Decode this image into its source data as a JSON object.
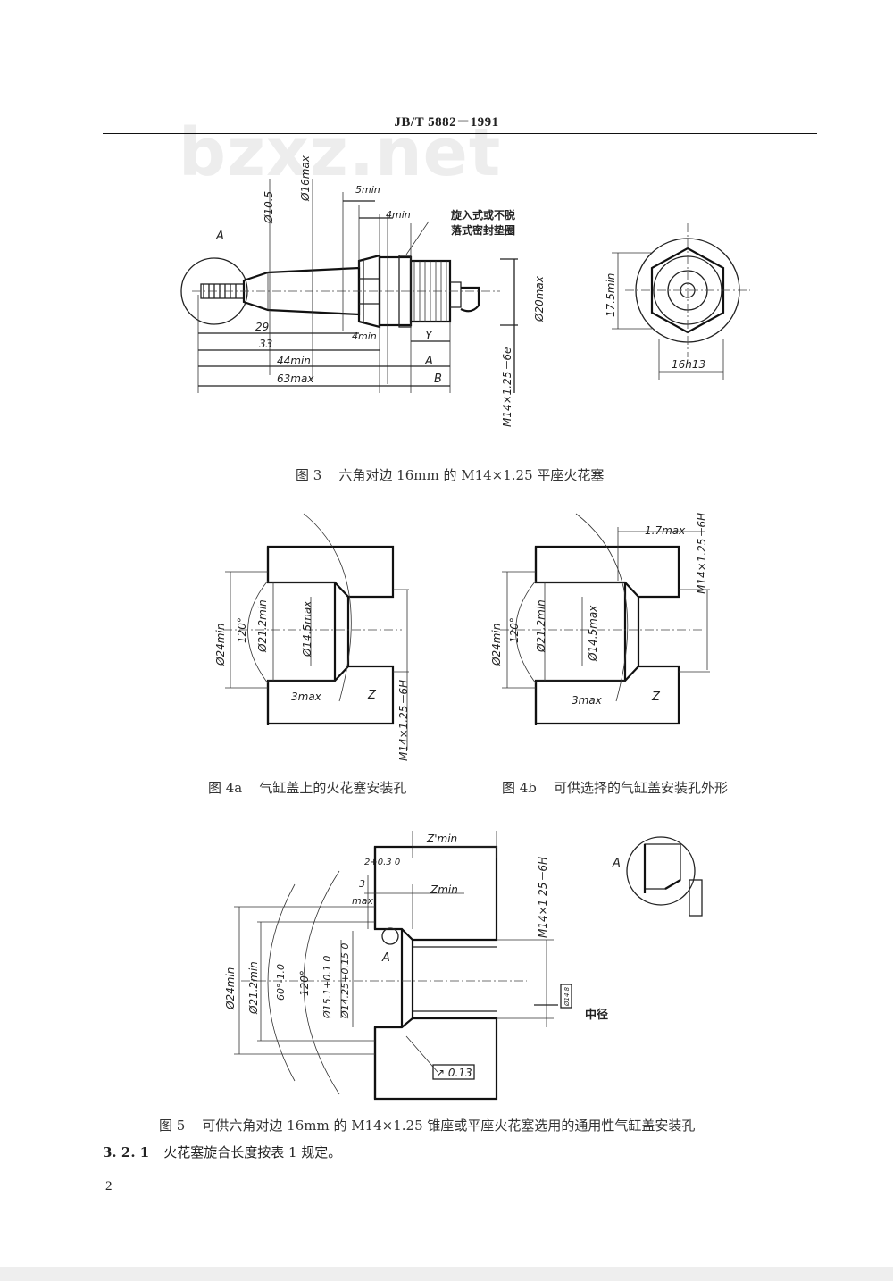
{
  "header": {
    "standard_no": "JB/T  5882－1991"
  },
  "watermark": "bzxz.net",
  "figures": {
    "fig3": {
      "caption": "图 3    六角对边 16mm 的 M14×1.25 平座火花塞",
      "labels": {
        "detail_a": "A",
        "dia_10_5": "Ø10.5",
        "dia_16max": "Ø16max",
        "min5": "5min",
        "min4_top": "4min",
        "seal_note_1": "旋入式或不脱",
        "seal_note_2": "落式密封垫圈",
        "dim_29": "29",
        "dim_33": "33",
        "min4_bottom": "4min",
        "dim_y": "Y",
        "dim_44min": "44min",
        "dim_a": "A",
        "dim_63max": "63max",
        "dim_b": "B",
        "dia_20max": "Ø20max",
        "thread": "M14×1.25－6e",
        "dim_17_5min": "17.5min",
        "dim_16h13": "16h13"
      }
    },
    "fig4a": {
      "caption": "图 4a    气缸盖上的火花塞安装孔",
      "labels": {
        "dia_24min": "Ø24min",
        "angle_120": "120°",
        "dia_21_2min": "Ø21.2min",
        "dia_14_5max": "Ø14.5max",
        "dim_3max": "3max",
        "dim_z": "Z",
        "thread": "M14×1.25－6H"
      }
    },
    "fig4b": {
      "caption": "图 4b    可供选择的气缸盖安装孔外形",
      "labels": {
        "dim_1_7max": "1.7max",
        "thread": "M14×1.25－6H",
        "dia_24min": "Ø24min",
        "angle_120": "120°",
        "dia_21_2min": "Ø21.2min",
        "dia_14_5max": "Ø14.5max",
        "dim_3max": "3max",
        "dim_z": "Z"
      }
    },
    "fig5": {
      "caption": "图 5    可供六角对边 16mm 的 M14×1.25 锥座或平座火花塞选用的通用性气缸盖安装孔",
      "labels": {
        "z_prime_min": "Z'min",
        "thread": "M14×1 25－6H",
        "tol_2": "2+0.3 0",
        "dim_3": "3",
        "max": "max",
        "zmin": "Zmin",
        "dia_24min": "Ø24min",
        "dia_21_2min": "Ø21.2min",
        "angle_60": "60°-1.0",
        "angle_120": "120°",
        "dia_15_1": "Ø15.1+0.1 0",
        "dia_14_25": "Ø14.25+0.15 0",
        "detail_a": "A",
        "detail_a2": "A",
        "pitch_label": "中径",
        "runout": "↗ 0.13",
        "box_14_8": "Ø14.8"
      }
    }
  },
  "section": {
    "number": "3. 2. 1",
    "text": "火花塞旋合长度按表 1 规定。"
  },
  "page_number": "2"
}
